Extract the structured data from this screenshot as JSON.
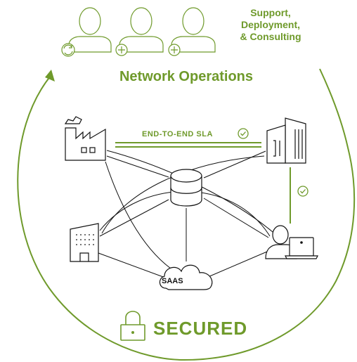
{
  "labels": {
    "support_lines": [
      "Support,",
      "Deployment,",
      "& Consulting"
    ],
    "network_operations": "Network Operations",
    "sla": "END-TO-END SLA",
    "saas": "SAAS",
    "secured": "SECURED"
  },
  "colors": {
    "accent_green": "#6f9a2b",
    "line_black": "#111111",
    "background": "#ffffff"
  },
  "icons": {
    "team": [
      "user-refresh-icon",
      "user-add-icon",
      "user-add-icon"
    ],
    "nodes": [
      "factory-icon",
      "office-building-icon",
      "database-icon",
      "small-building-icon",
      "user-laptop-icon",
      "saas-cloud-icon"
    ],
    "security": "padlock-icon",
    "check": "check-circle-icon"
  }
}
